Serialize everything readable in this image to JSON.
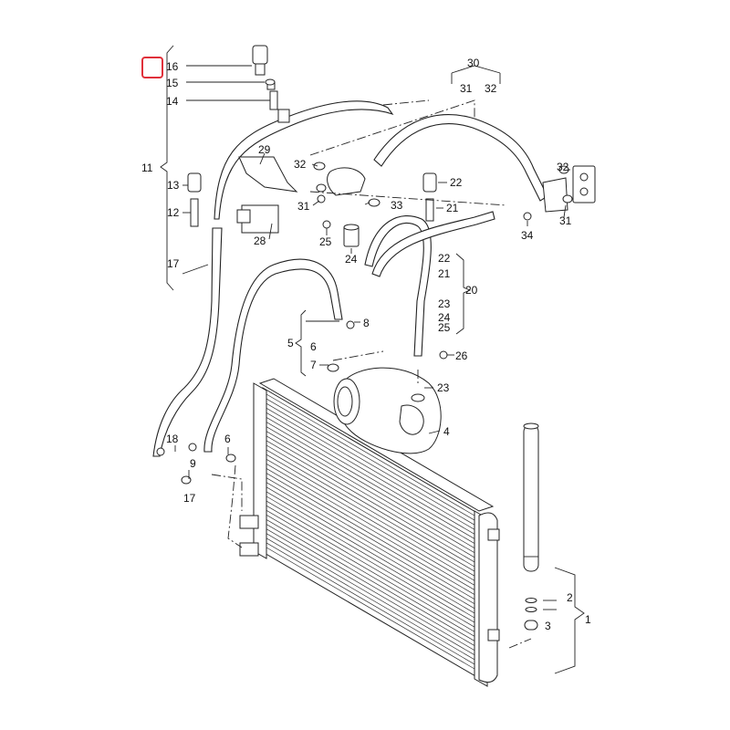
{
  "highlight_color": "#e0303a",
  "labels": {
    "l1": "1",
    "l2": "2",
    "l3": "3",
    "l4": "4",
    "l5": "5",
    "l6a": "6",
    "l6b": "6",
    "l7": "7",
    "l8": "8",
    "l9": "9",
    "l11": "11",
    "l12": "12",
    "l13": "13",
    "l14": "14",
    "l15": "15",
    "l16": "16",
    "l17a": "17",
    "l17b": "17",
    "l18": "18",
    "l20": "20",
    "l21a": "21",
    "l21b": "21",
    "l22a": "22",
    "l22b": "22",
    "l23a": "23",
    "l23b": "23",
    "l24a": "24",
    "l24b": "24",
    "l25a": "25",
    "l25b": "25",
    "l26": "26",
    "l28": "28",
    "l29": "29",
    "l30": "30",
    "l31a": "31",
    "l31b": "31",
    "l31c": "31",
    "l32a": "32",
    "l32b": "32",
    "l32c": "32",
    "l33": "33",
    "l34": "34"
  }
}
